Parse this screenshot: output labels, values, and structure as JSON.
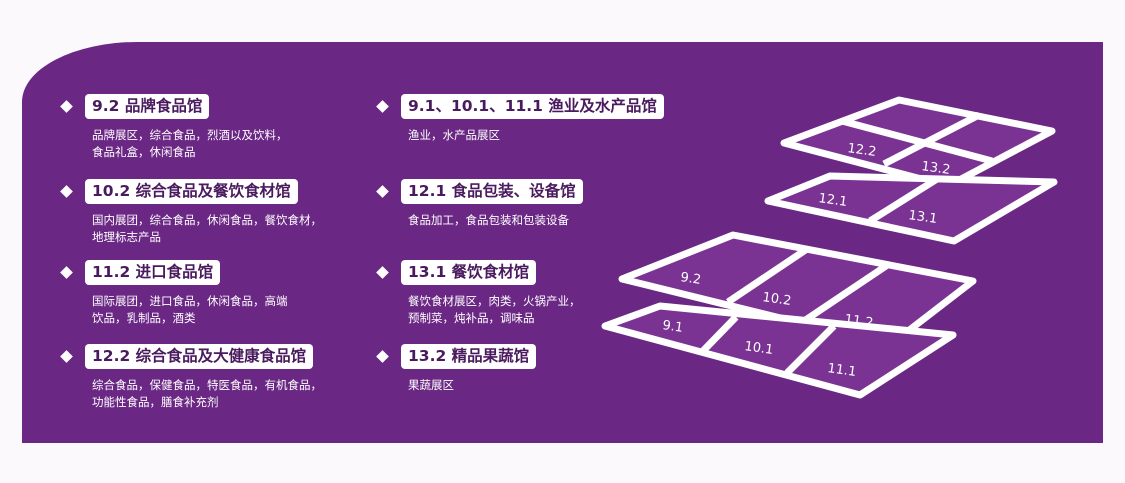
{
  "halls": [
    {
      "title": "9.2 品牌食品馆",
      "desc": "品牌展区，综合食品，烈酒以及饮料，\n食品礼盒，休闲食品"
    },
    {
      "title": "10.2 综合食品及餐饮食材馆",
      "desc": "国内展团，综合食品，休闲食品，餐饮食材，\n地理标志产品"
    },
    {
      "title": "11.2 进口食品馆",
      "desc": "国际展团，进口食品，休闲食品，高端\n饮品，乳制品，酒类"
    },
    {
      "title": "12.2 综合食品及大健康食品馆",
      "desc": "综合食品，保健食品，特医食品，有机食品，\n功能性食品，膳食补充剂"
    },
    {
      "title": "9.1、10.1、11.1 渔业及水产品馆",
      "desc": "渔业，水产品展区"
    },
    {
      "title": "12.1 食品包装、设备馆",
      "desc": "食品加工，食品包装和包装设备"
    },
    {
      "title": "13.1 餐饮食材馆",
      "desc": "餐饮食材展区，肉类，火锅产业，\n预制菜，炖补品，调味品"
    },
    {
      "title": "13.2 精品果蔬馆",
      "desc": "果蔬展区"
    }
  ],
  "floor_labels": {
    "l_9_1": "9.1",
    "l_10_1": "10.1",
    "l_11_1": "11.1",
    "l_9_2": "9.2",
    "l_10_2": "10.2",
    "l_11_2": "11.2",
    "l_12_1": "12.1",
    "l_13_1": "13.1",
    "l_12_2": "12.2",
    "l_13_2": "13.2"
  },
  "colors": {
    "background": "#6a2784",
    "tile": "#7b3393",
    "tile_edge": "#ffffff",
    "pill": "#ffffff",
    "pill_text": "#4a1a5e"
  }
}
